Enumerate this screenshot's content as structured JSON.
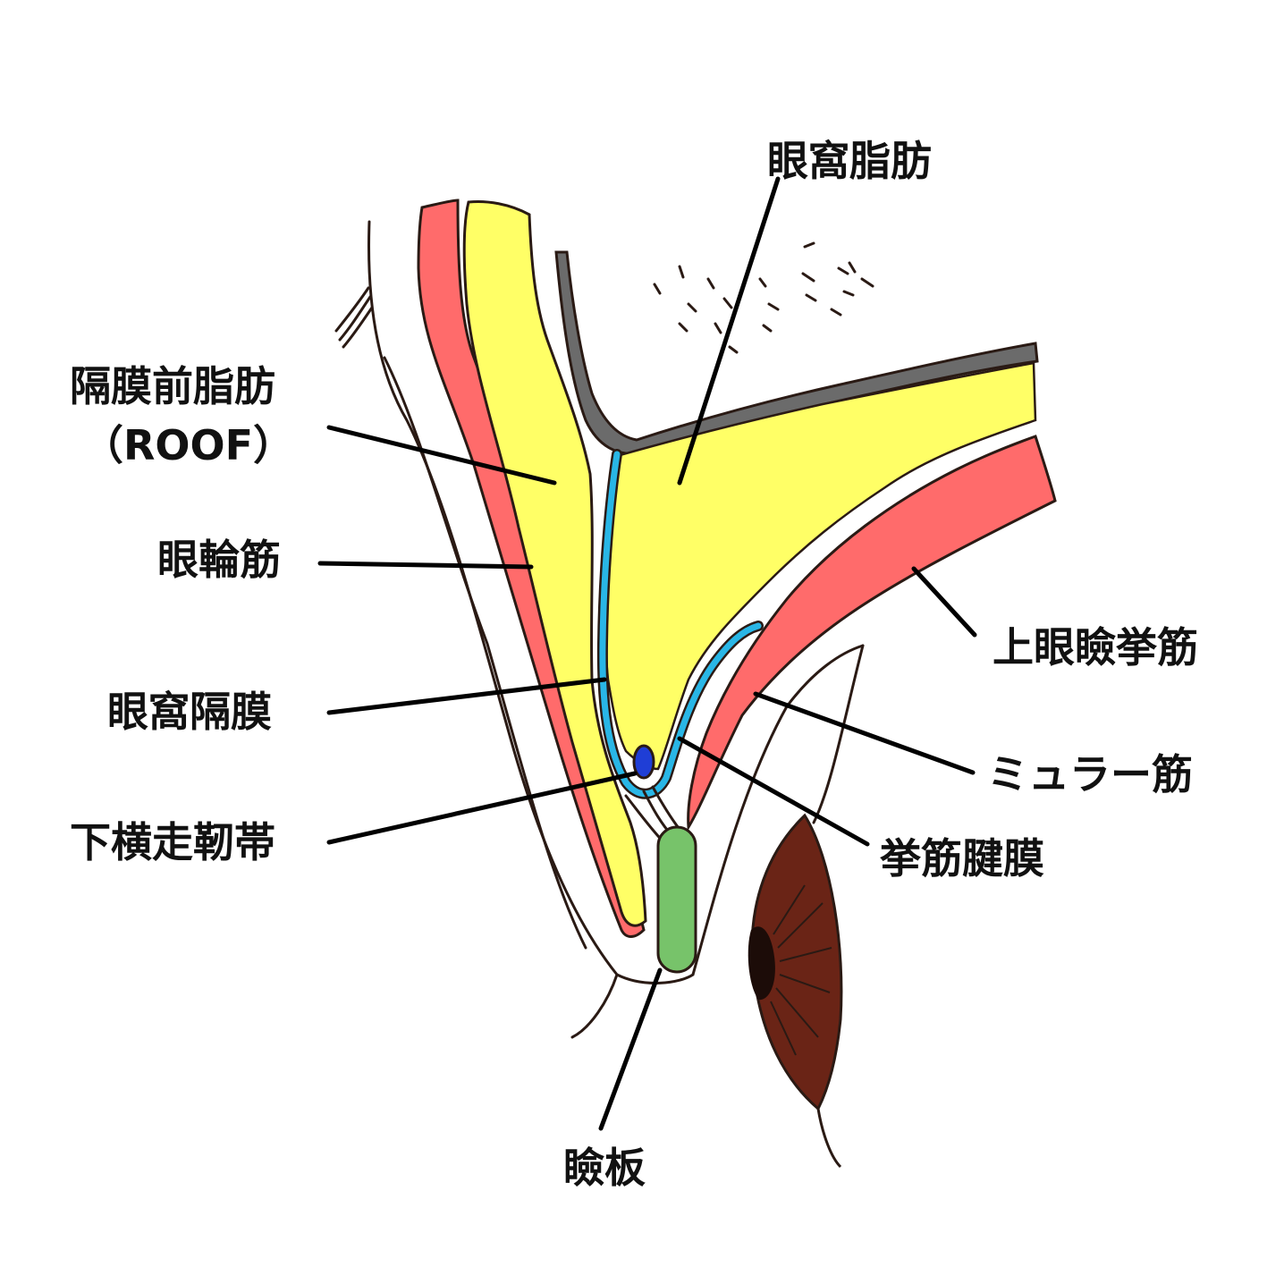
{
  "colors": {
    "skin_line": "#2a1a14",
    "orbicularis_muscle": "#ff6b6b",
    "fat": "#ffff66",
    "orbital_septum": "#29b6e6",
    "transverse_ligament": "#1f3ed6",
    "tarsus": "#77c36a",
    "bone": "#6b6b6b",
    "eye": "#6a2416",
    "pointer_line": "#000000"
  },
  "labels": {
    "orbital_fat": "眼窩脂肪",
    "roof": "隔膜前脂肪",
    "roof_sub": "（ROOF）",
    "orbicularis": "眼輪筋",
    "septum": "眼窩隔膜",
    "ligament": "下横走靭帯",
    "levator": "上眼瞼挙筋",
    "muller": "ミュラー筋",
    "aponeurosis": "挙筋腱膜",
    "tarsus": "瞼板"
  }
}
